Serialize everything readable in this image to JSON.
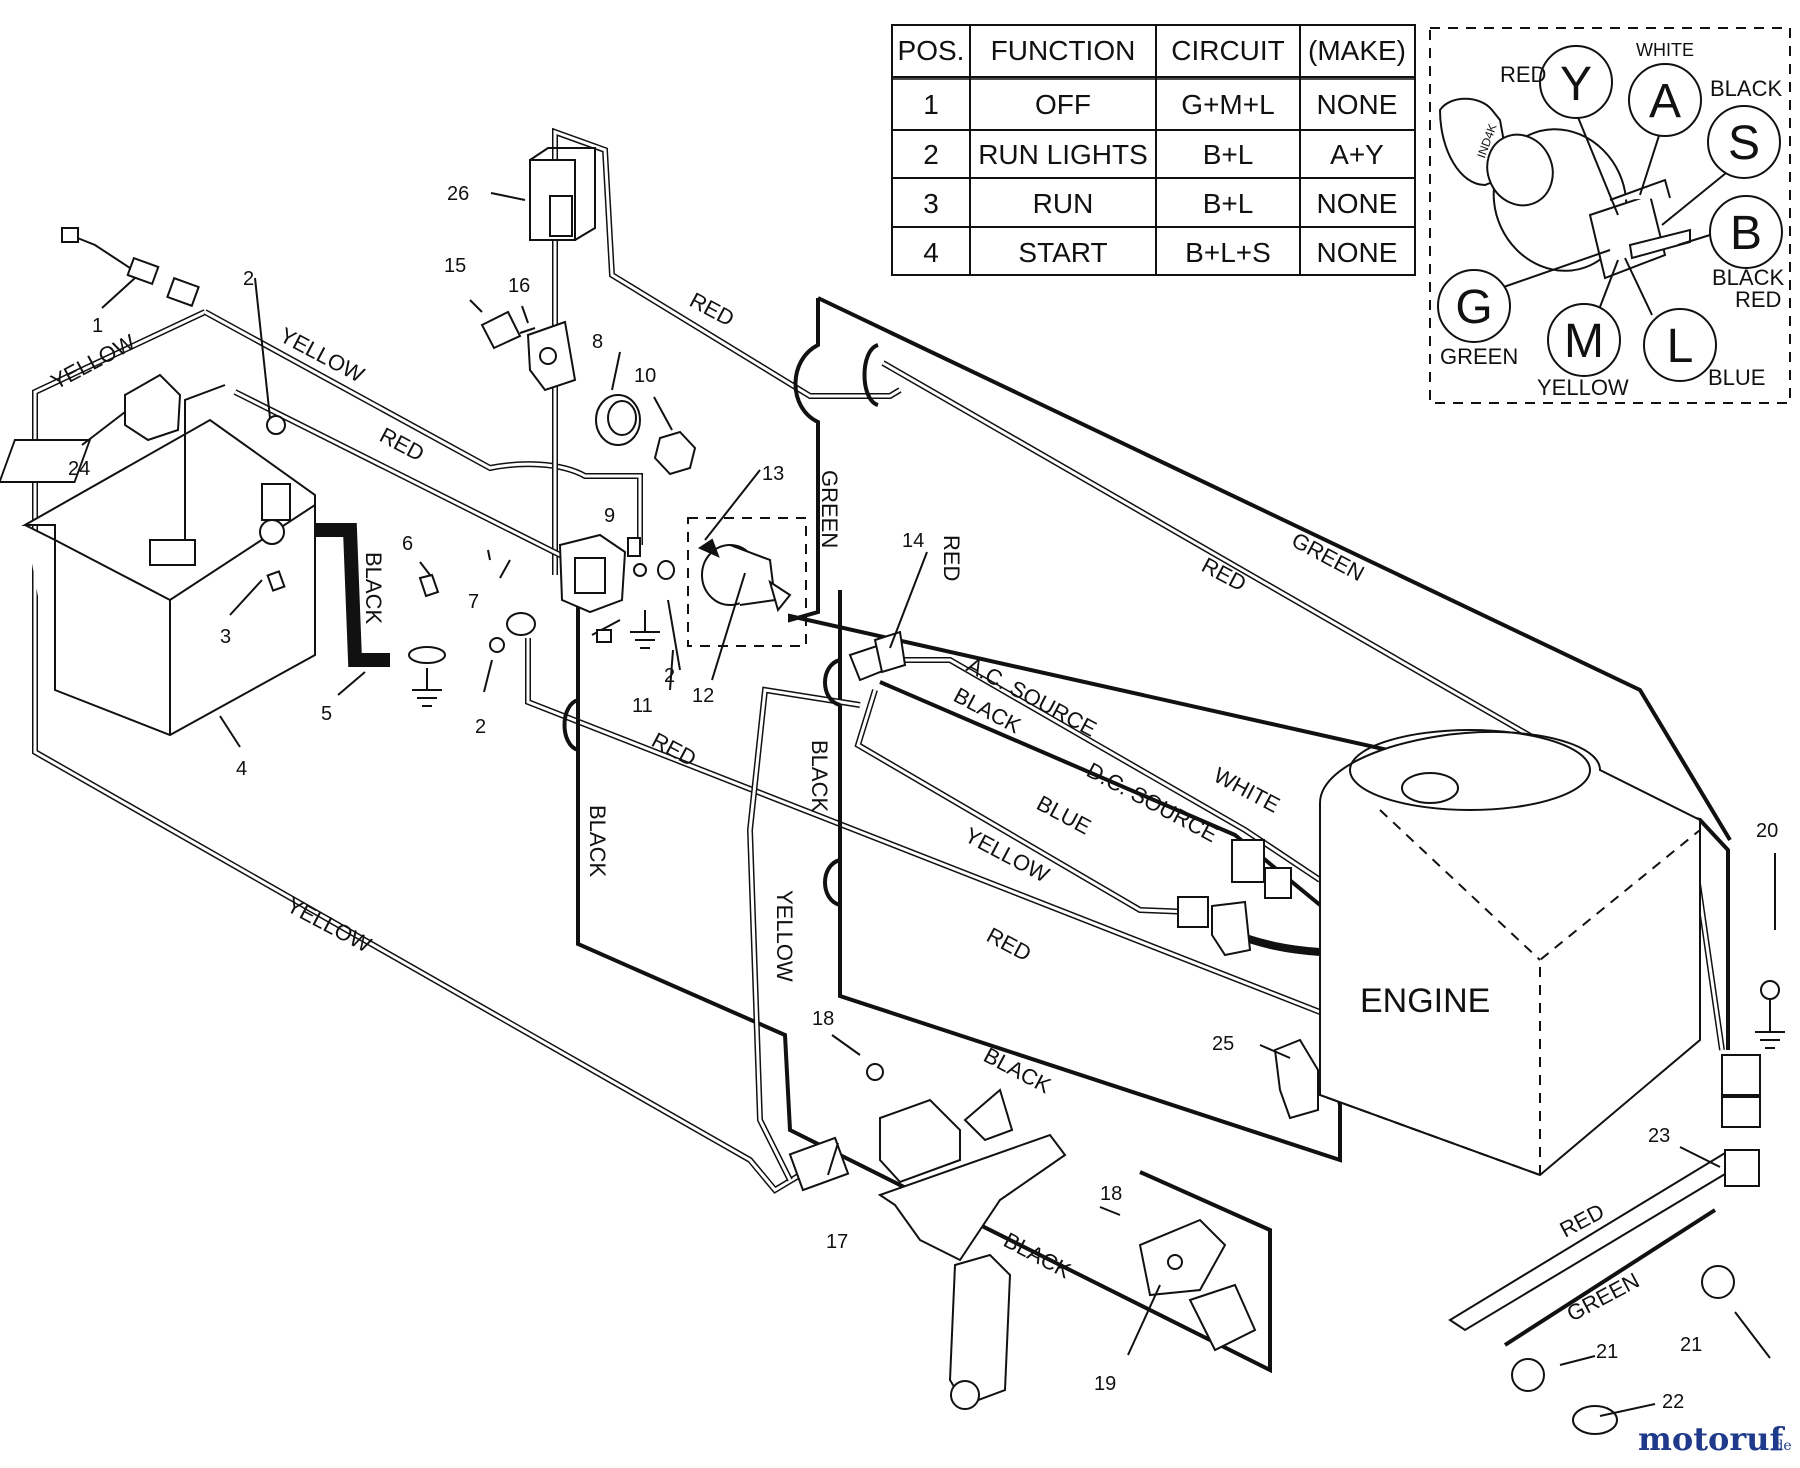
{
  "ignition_table": {
    "headers": [
      "POS.",
      "FUNCTION",
      "CIRCUIT",
      "(MAKE)"
    ],
    "rows": [
      [
        "1",
        "OFF",
        "G+M+L",
        "NONE"
      ],
      [
        "2",
        "RUN LIGHTS",
        "B+L",
        "A+Y"
      ],
      [
        "3",
        "RUN",
        "B+L",
        "NONE"
      ],
      [
        "4",
        "START",
        "B+L+S",
        "NONE"
      ]
    ]
  },
  "switch_terminals": {
    "Y": {
      "letter": "Y",
      "color": "RED"
    },
    "A": {
      "letter": "A",
      "color": "WHITE"
    },
    "S": {
      "letter": "S",
      "color": "BLACK"
    },
    "B": {
      "letter": "B",
      "color_line1": "BLACK",
      "color_line2": "RED"
    },
    "G": {
      "letter": "G",
      "color": "GREEN"
    },
    "M": {
      "letter": "M",
      "color": "YELLOW"
    },
    "L": {
      "letter": "L",
      "color": "BLUE"
    }
  },
  "key_stamp": "IND4K",
  "engine_label": "ENGINE",
  "wire_labels": {
    "yellow_a": "YELLOW",
    "yellow_b": "YELLOW",
    "yellow_c": "YELLOW",
    "yellow_d": "YELLOW",
    "yellow_e": "YELLOW",
    "red_a": "RED",
    "red_b": "RED",
    "red_c": "RED",
    "red_d": "RED",
    "red_e": "RED",
    "red_f": "RED",
    "red_g": "RED",
    "black_a": "BLACK",
    "black_b": "BLACK",
    "black_c": "BLACK",
    "black_d": "BLACK",
    "black_e": "BLACK",
    "black_f": "BLACK",
    "green_a": "GREEN",
    "green_b": "GREEN",
    "green_c": "GREEN",
    "blue_a": "BLUE",
    "white_a": "WHITE",
    "ac_source": "A.C. SOURCE",
    "dc_source": "D.C. SOURCE"
  },
  "part_numbers": [
    "1",
    "2",
    "2",
    "2",
    "2",
    "3",
    "4",
    "5",
    "6",
    "7",
    "8",
    "9",
    "10",
    "11",
    "12",
    "13",
    "14",
    "15",
    "16",
    "17",
    "18",
    "18",
    "19",
    "20",
    "21",
    "21",
    "22",
    "23",
    "24",
    "25",
    "26"
  ],
  "watermark": {
    "brand": "motoruf",
    "tld": ".de"
  }
}
